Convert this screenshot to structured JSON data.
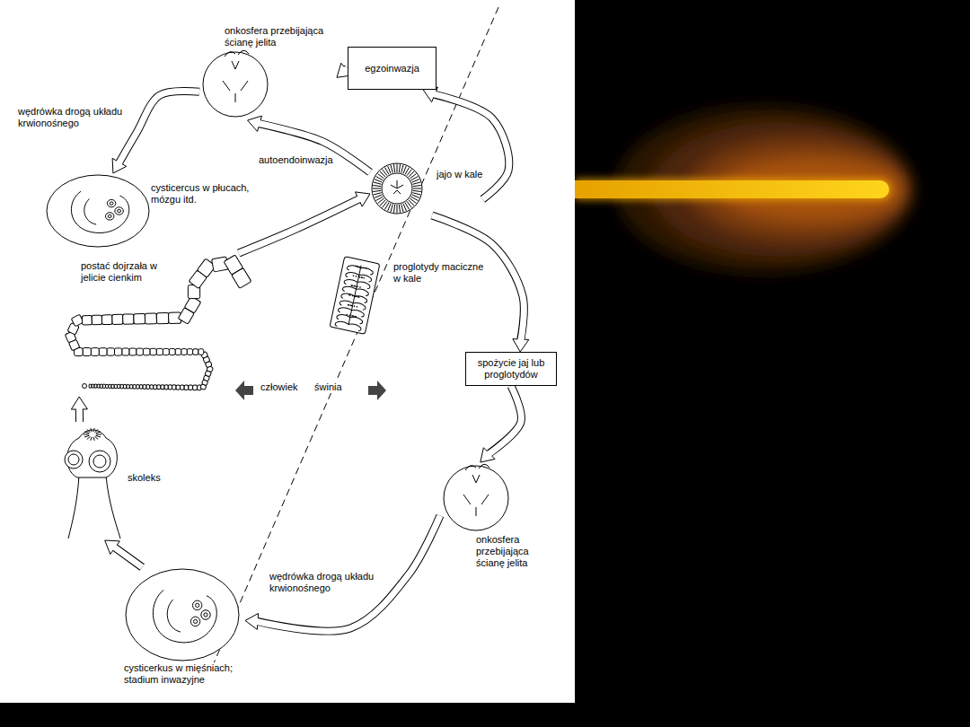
{
  "diagram": {
    "nodes": [
      {
        "text": [
          "jajo w kale"
        ]
      },
      {
        "text": [
          "egzoinwazja"
        ]
      },
      {
        "text": [
          "onkosfera przebijająca ścianę jelita"
        ]
      },
      {
        "text": [
          "cysticercus w płucach, mózgu itd."
        ]
      },
      {
        "text": [
          "proglotydy maciczne w kale"
        ]
      },
      {
        "text": [
          "spożycie jaj lub proglotydów"
        ]
      },
      {
        "text": [
          "onkosfera przebijająca ścianę jelita"
        ]
      },
      {
        "text": [
          "cysticerkus w mięśniach; stadium inwazyjne"
        ]
      },
      {
        "text": [
          "skoleks"
        ]
      },
      {
        "text": [
          "postać dojrzała w jelicie cienkim"
        ]
      }
    ],
    "edges": [
      {
        "from": 0,
        "to": 1,
        "arrow": "to"
      },
      {
        "from": 1,
        "to": 2,
        "arrow": "to"
      },
      {
        "from": 0,
        "to": 2,
        "label": "autoendoinwazja",
        "arrow": "to"
      },
      {
        "from": 2,
        "to": 3,
        "label": "wędrówka drogą układu krwionośnego",
        "arrow": "to"
      },
      {
        "from": 9,
        "to": 0,
        "arrow": "to"
      },
      {
        "from": 0,
        "to": 5,
        "arrow": "to"
      },
      {
        "from": 5,
        "to": 6,
        "arrow": "to"
      },
      {
        "from": 6,
        "to": 7,
        "label": "wędrówka drogą układu krwionośnego",
        "arrow": "to"
      },
      {
        "from": 7,
        "to": 8,
        "arrow": "to"
      },
      {
        "from": 8,
        "to": 9,
        "arrow": "to"
      }
    ],
    "labels": [
      "człowiek",
      "świnia"
    ]
  }
}
